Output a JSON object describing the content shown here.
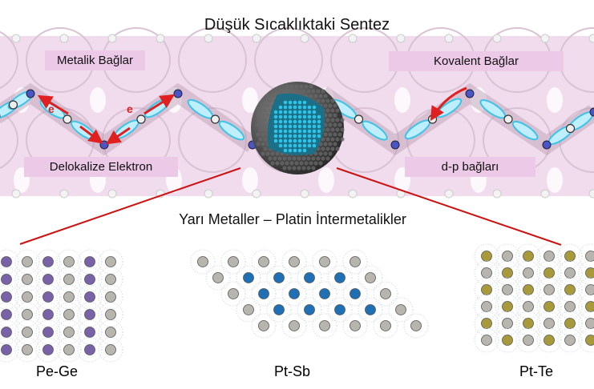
{
  "title": "Düşük Sıcaklıktaki Sentez",
  "band_labels": {
    "metallic": "Metalik Bağlar",
    "covalent": "Kovalent Bağlar",
    "delocalized": "Delokalize Elektron",
    "dp": "d-p bağları"
  },
  "electron_symbol": "e",
  "subtitle": "Yarı Metaller – Platin İntermetalikler",
  "materials": [
    "Pe-Ge",
    "Pt-Sb",
    "Pt-Te"
  ],
  "colors": {
    "band": "#f0dced",
    "label_bg": "#ecc9e6",
    "arrow": "#e02020",
    "connector": "#cc1111",
    "pe_ge_atom": "#7a62a8",
    "pt_sb_atom": "#1f6fb5",
    "pt_te_atom": "#a89a3a",
    "grey_atom": "#b8b4ae"
  }
}
